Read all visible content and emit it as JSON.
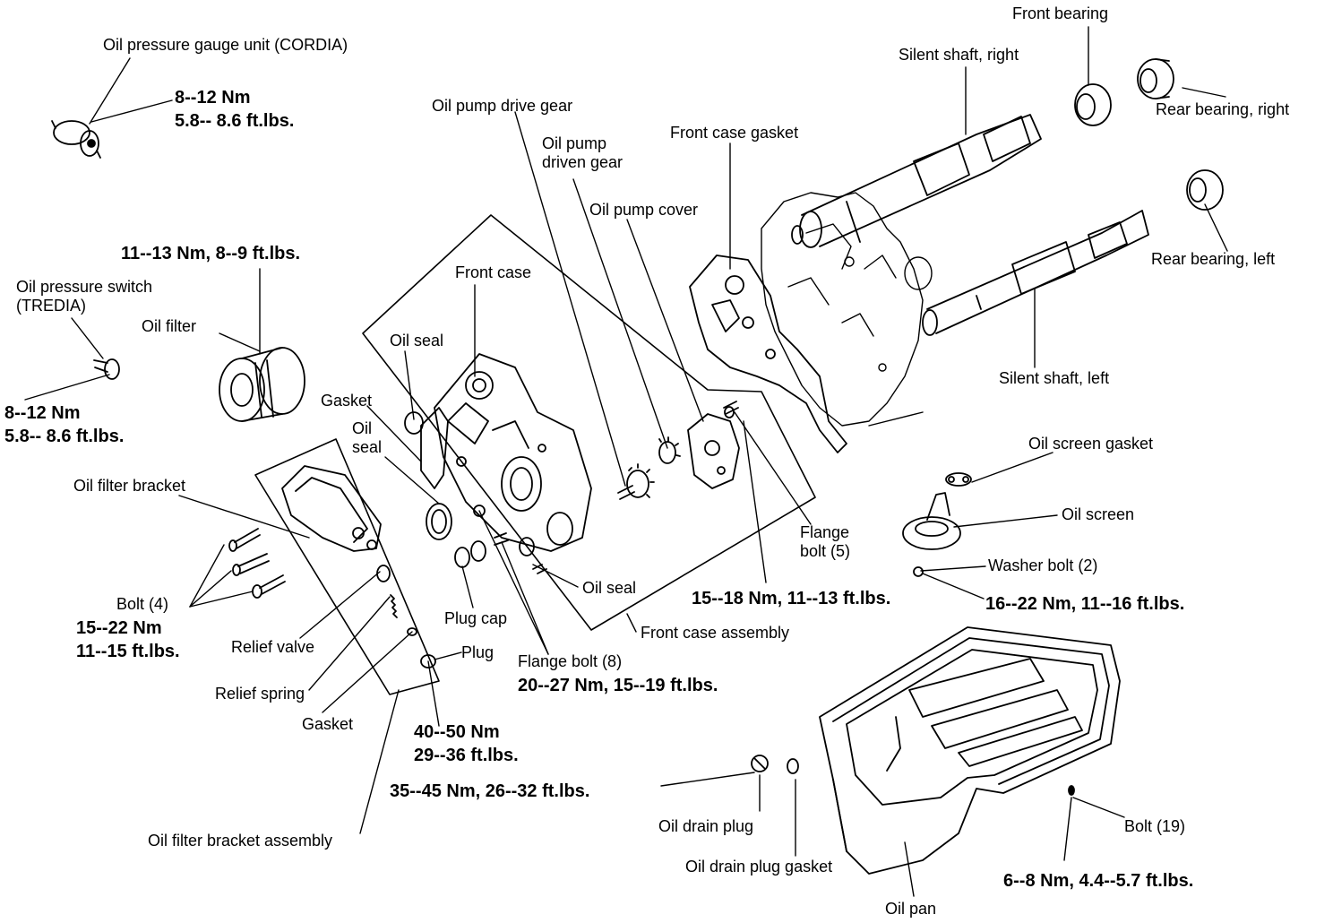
{
  "labels": {
    "oil_pressure_gauge_unit": "Oil pressure gauge unit (CORDIA)",
    "torque_gauge_nm": "8--12 Nm",
    "torque_gauge_ft": "5.8-- 8.6 ft.lbs.",
    "torque_filter": "11--13 Nm, 8--9 ft.lbs.",
    "oil_pressure_switch_1": "Oil pressure switch",
    "oil_pressure_switch_2": "(TREDIA)",
    "oil_filter": "Oil filter",
    "torque_switch_nm": "8--12 Nm",
    "torque_switch_ft": "5.8-- 8.6 ft.lbs.",
    "oil_filter_bracket": "Oil filter bracket",
    "bolt_4": "Bolt (4)",
    "torque_bolt4_nm": "15--22 Nm",
    "torque_bolt4_ft": "11--15 ft.lbs.",
    "relief_valve": "Relief valve",
    "relief_spring": "Relief spring",
    "gasket_lower": "Gasket",
    "plug": "Plug",
    "torque_plug_nm": "40--50 Nm",
    "torque_plug_ft": "29--36 ft.lbs.",
    "oil_filter_bracket_assembly": "Oil filter bracket assembly",
    "oil_pump_drive_gear": "Oil pump drive gear",
    "oil_pump_driven_gear_1": "Oil pump",
    "oil_pump_driven_gear_2": "driven gear",
    "front_case_gasket": "Front case gasket",
    "oil_pump_cover": "Oil pump cover",
    "front_case": "Front case",
    "oil_seal_top": "Oil seal",
    "gasket_mid": "Gasket",
    "oil_seal_left_1": "Oil",
    "oil_seal_left_2": "seal",
    "plug_cap": "Plug cap",
    "oil_seal_bottom": "Oil seal",
    "flange_bolt_8": "Flange bolt (8)",
    "torque_flange8": "20--27 Nm, 15--19 ft.lbs.",
    "front_case_assembly": "Front case assembly",
    "flange_bolt_5_1": "Flange",
    "flange_bolt_5_2": "bolt (5)",
    "torque_flange5": "15--18 Nm, 11--13 ft.lbs.",
    "front_bearing": "Front bearing",
    "silent_shaft_right": "Silent shaft, right",
    "rear_bearing_right": "Rear bearing, right",
    "rear_bearing_left": "Rear bearing, left",
    "silent_shaft_left": "Silent shaft, left",
    "oil_screen_gasket": "Oil screen gasket",
    "oil_screen": "Oil screen",
    "washer_bolt_2": "Washer bolt (2)",
    "torque_washer": "16--22 Nm, 11--16 ft.lbs.",
    "torque_drain": "35--45 Nm, 26--32 ft.lbs.",
    "oil_drain_plug": "Oil drain plug",
    "oil_drain_plug_gasket": "Oil drain plug gasket",
    "oil_pan": "Oil pan",
    "bolt_19": "Bolt (19)",
    "torque_pan_bolt": "6--8 Nm, 4.4--5.7 ft.lbs."
  }
}
